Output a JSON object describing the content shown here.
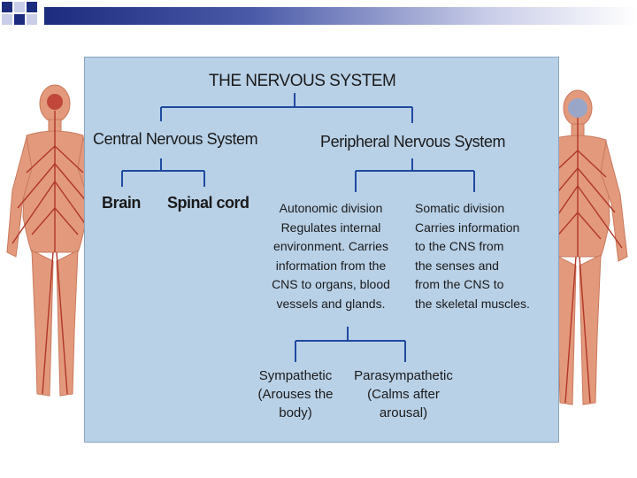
{
  "diagram": {
    "title": "THE NERVOUS SYSTEM",
    "central": "Central Nervous System",
    "peripheral": "Peripheral Nervous System",
    "brain": "Brain",
    "spinal_cord": "Spinal cord",
    "autonomic": [
      "Autonomic division",
      "Regulates internal",
      "environment. Carries",
      "information from the",
      "CNS to organs, blood",
      "vessels and glands."
    ],
    "somatic": [
      "Somatic division",
      "Carries information",
      "to the CNS from",
      "the senses and",
      "from the CNS to",
      "the skeletal muscles."
    ],
    "sympathetic": [
      "Sympathetic",
      "(Arouses the",
      "body)"
    ],
    "parasympathetic": [
      "Parasympathetic",
      "(Calms after",
      "arousal)"
    ]
  },
  "colors": {
    "accent": "#1d2b7e",
    "panel": "#b9d1e7",
    "connector": "#1f4aa0",
    "body": "#e39a7c",
    "nerves": "#b0362a"
  },
  "figures": [
    "human-body-left",
    "human-body-right"
  ]
}
